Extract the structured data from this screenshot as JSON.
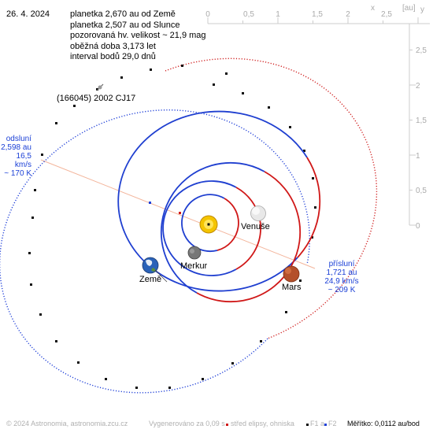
{
  "date": "26. 4. 2024",
  "info_lines": [
    "planetka 2,670 au od Země",
    "planetka 2,507 au od Slunce",
    "pozorovaná hv. velikost ~ 21,9 mag",
    "oběžná doba 3,173 let",
    "interval bodů 29,0 dnů"
  ],
  "object_name": "(166045) 2002 CJ17",
  "planets": {
    "venus": "Venuše",
    "earth": "Země",
    "mercury": "Merkur",
    "mars": "Mars"
  },
  "aphelion": {
    "title": "odsluní",
    "distance": "2,598 au",
    "speed": "16,5 km/s",
    "temperature": "~ 170 K"
  },
  "perihelion": {
    "title": "přísluní",
    "distance": "1,721 au",
    "speed": "24,9 km/s",
    "temperature": "~ 209 K"
  },
  "axis": {
    "unit": "[au]",
    "x_label": "x",
    "y_label": "y",
    "x_ticks": [
      "0",
      "0,5",
      "1",
      "1,5",
      "2",
      "2,5"
    ],
    "y_ticks": [
      "2,5",
      "2",
      "1,5",
      "1",
      "0,5",
      "0"
    ]
  },
  "footer": {
    "copyright": "© 2024 Astronomia, astronomia.zcu.cz",
    "generated": "Vygenerováno za 0,09 s",
    "legend_center": "střed elipsy, ohniska",
    "legend_f1": "F1 a",
    "legend_f2": "F2",
    "scale": "Měřítko: 0,0112 au/bod"
  },
  "colors": {
    "orbit_blue": "#1f3fd0",
    "orbit_red": "#d01818",
    "asteroid_blue": "#2040d8",
    "asteroid_red": "#d02020",
    "apsis_line": "#f3b49a",
    "grid": "#cccccc",
    "sun": "#f4c400"
  }
}
